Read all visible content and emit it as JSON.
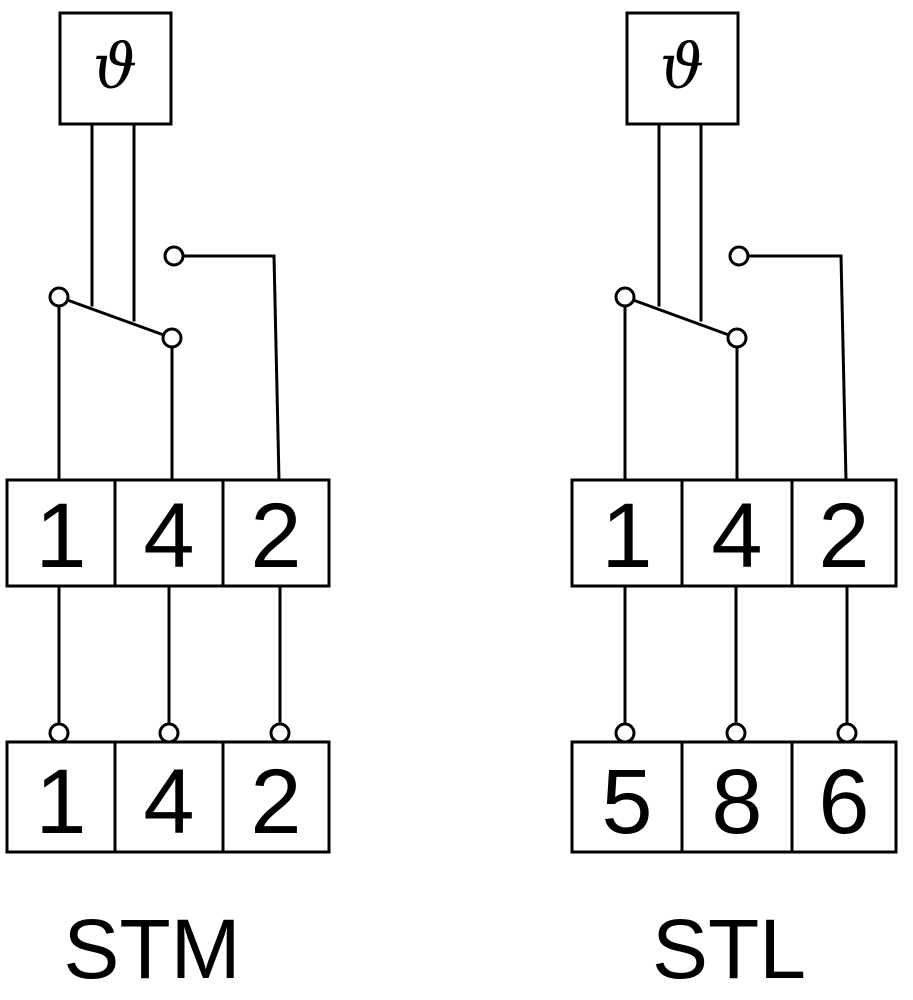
{
  "units": [
    {
      "id": "stm",
      "label": "STM",
      "sensor_symbol": "ϑ",
      "upper_terminals": [
        "1",
        "4",
        "2"
      ],
      "lower_terminals": [
        "1",
        "4",
        "2"
      ]
    },
    {
      "id": "stl",
      "label": "STL",
      "sensor_symbol": "ϑ",
      "upper_terminals": [
        "1",
        "4",
        "2"
      ],
      "lower_terminals": [
        "5",
        "8",
        "6"
      ]
    }
  ],
  "colors": {
    "line": "#000000",
    "background": "#ffffff"
  }
}
